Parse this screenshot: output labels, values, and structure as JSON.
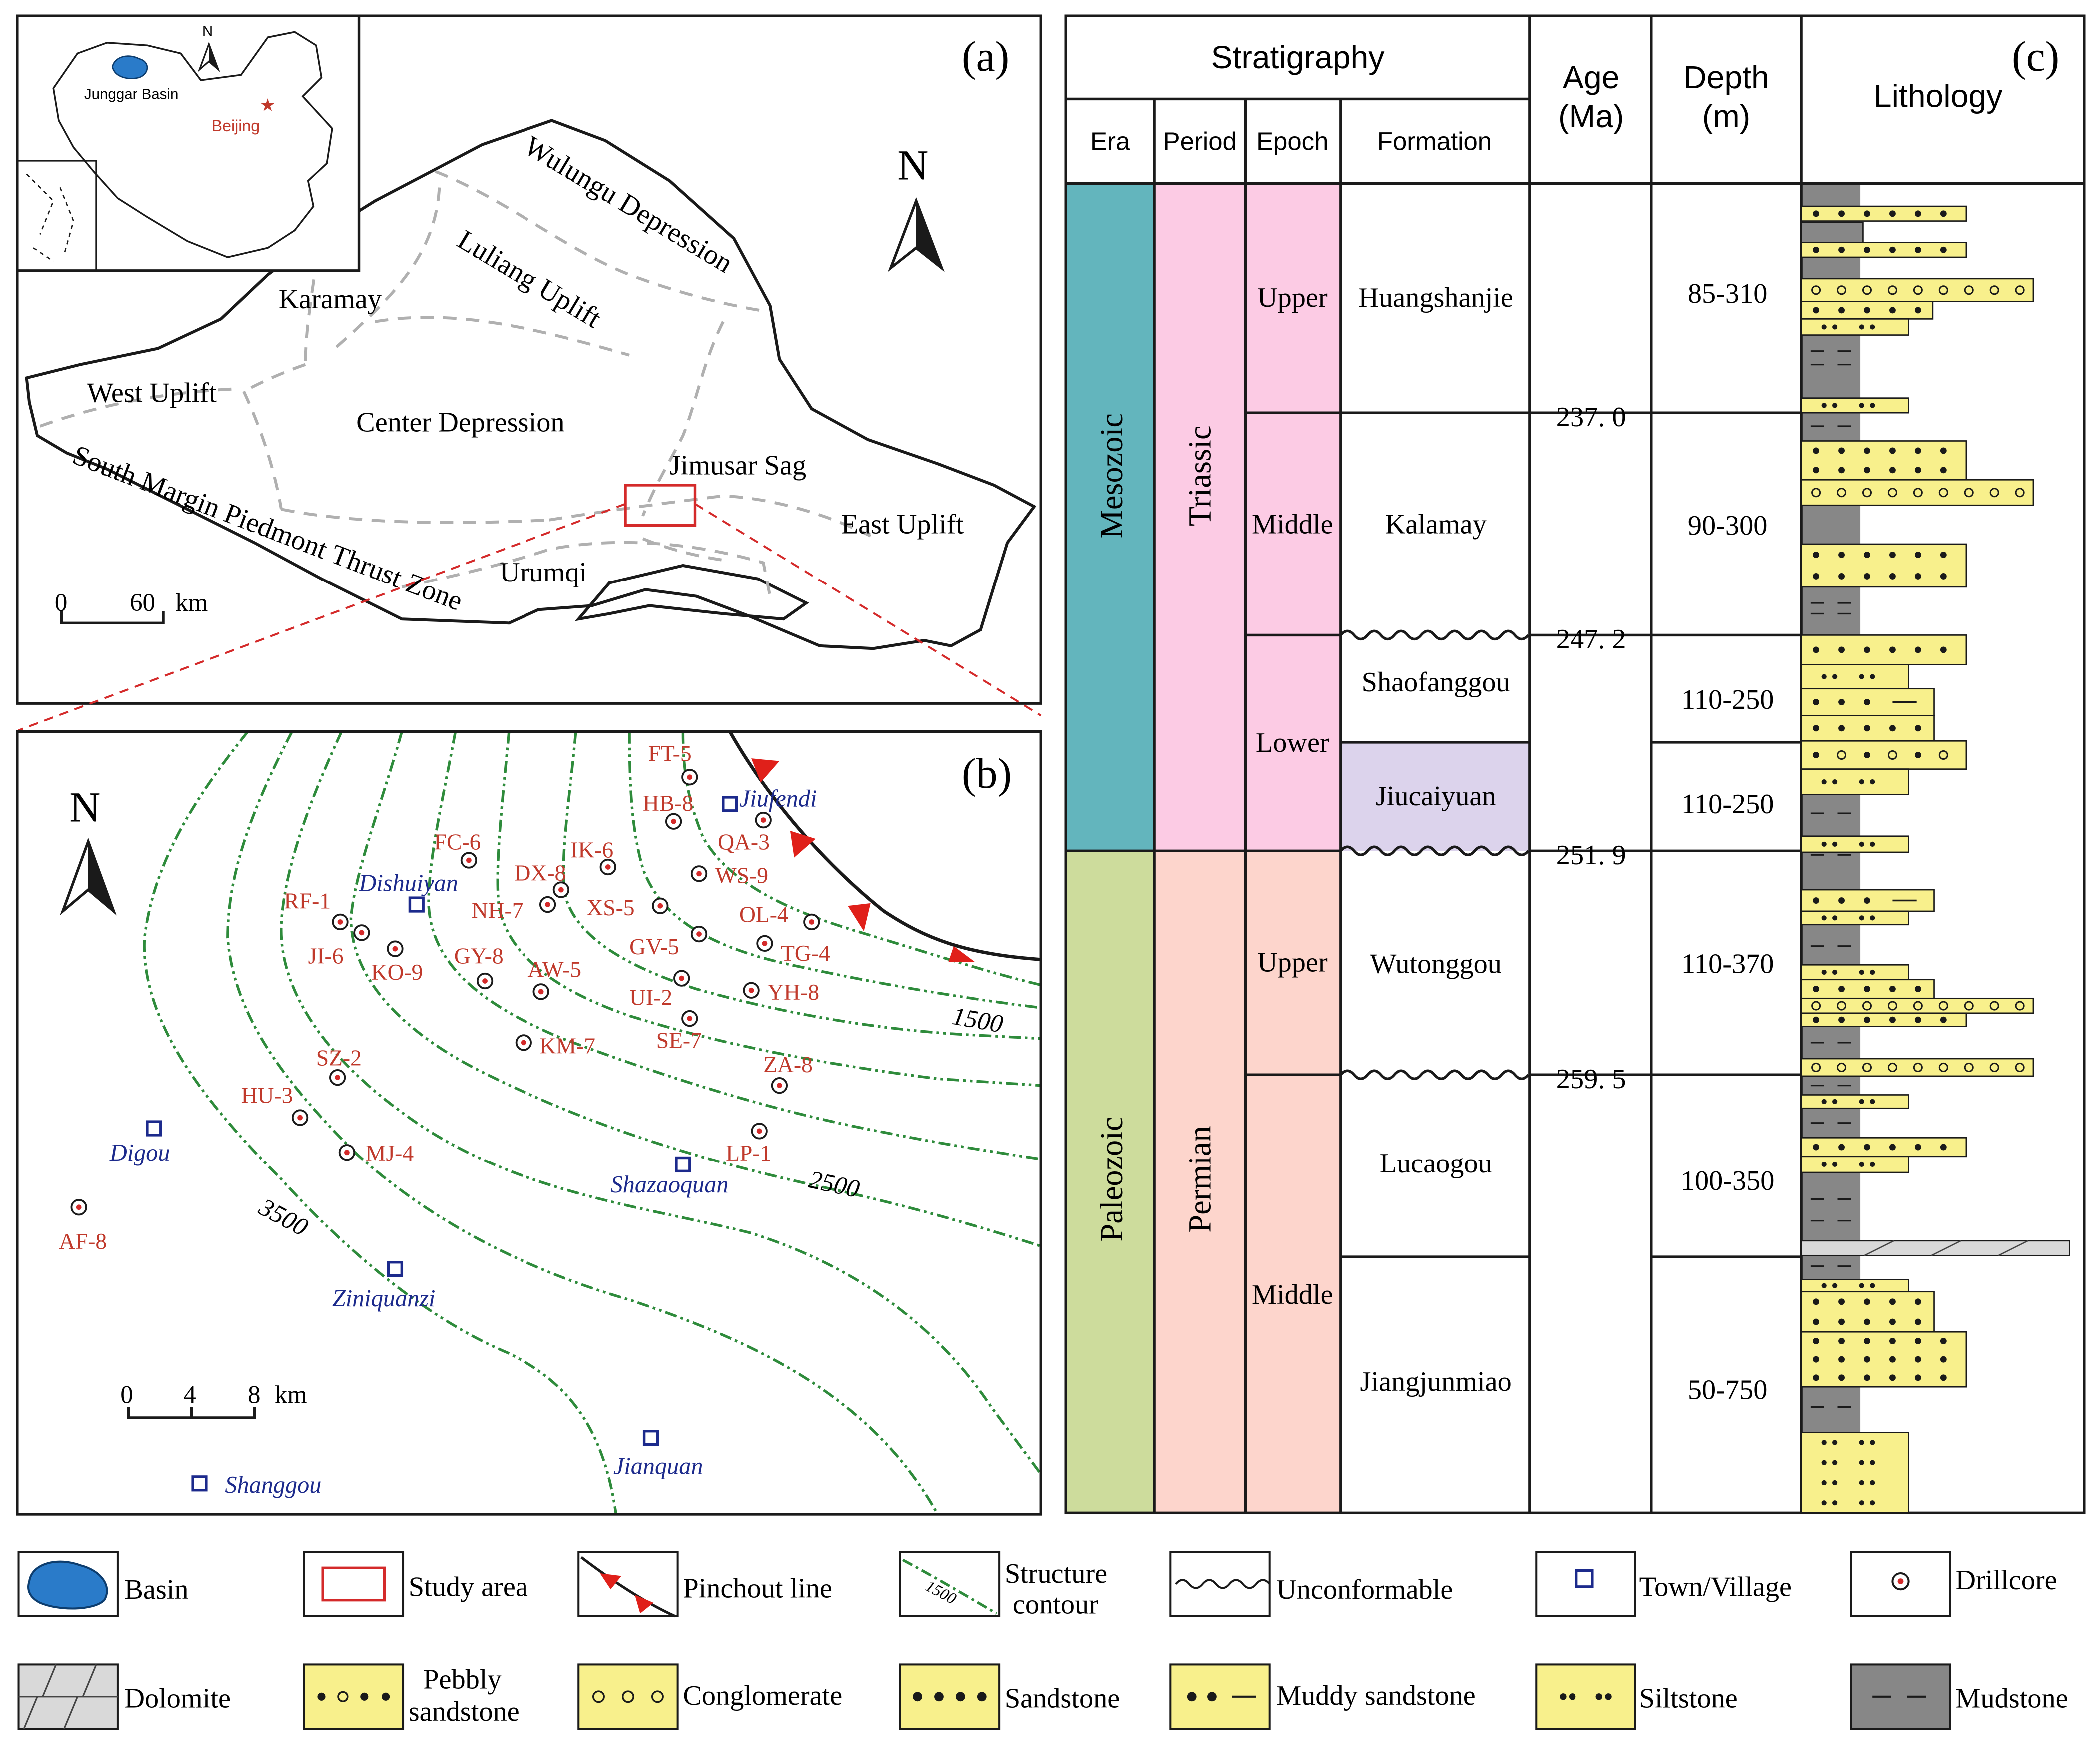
{
  "panel_a": {
    "label": "(a)",
    "inset": {
      "basin": "Junggar Basin",
      "capital": "Beijing",
      "north": "N"
    },
    "regions": {
      "wulungu": "Wulungu Depression",
      "luliang": "Luliang Uplift",
      "karamay": "Karamay",
      "west_uplift": "West Uplift",
      "center": "Center Depression",
      "jimusar": "Jimusar Sag",
      "south_margin": "South Margin Piedmont Thrust Zone",
      "east_uplift": "East Uplift",
      "urumqi": "Urumqi"
    },
    "north": "N",
    "scale": {
      "zero": "0",
      "value": "60",
      "unit": "km"
    }
  },
  "panel_b": {
    "label": "(b)",
    "north": "N",
    "contour_labels": {
      "c1500": "1500",
      "c2500": "2500",
      "c3500": "3500"
    },
    "towns": [
      {
        "name": "Jiufendi"
      },
      {
        "name": "Dishuiyan"
      },
      {
        "name": "Digou"
      },
      {
        "name": "Shazaoquan"
      },
      {
        "name": "Ziniquanzi"
      },
      {
        "name": "Jianquan"
      },
      {
        "name": "Shanggou"
      }
    ],
    "drillcores": [
      {
        "name": "FT-5"
      },
      {
        "name": "HB-8"
      },
      {
        "name": "QA-3"
      },
      {
        "name": "FC-6"
      },
      {
        "name": "IK-6"
      },
      {
        "name": "DX-8"
      },
      {
        "name": "WS-9"
      },
      {
        "name": "RF-1"
      },
      {
        "name": "NH-7"
      },
      {
        "name": "XS-5"
      },
      {
        "name": "OL-4"
      },
      {
        "name": "JI-6"
      },
      {
        "name": "KO-9"
      },
      {
        "name": "GY-8"
      },
      {
        "name": "AW-5"
      },
      {
        "name": "GV-5"
      },
      {
        "name": "TG-4"
      },
      {
        "name": "UI-2"
      },
      {
        "name": "YH-8"
      },
      {
        "name": "SE-7"
      },
      {
        "name": "KM-7"
      },
      {
        "name": "SZ-2"
      },
      {
        "name": "ZA-8"
      },
      {
        "name": "HU-3"
      },
      {
        "name": "MJ-4"
      },
      {
        "name": "LP-1"
      },
      {
        "name": "AF-8"
      }
    ],
    "scale": {
      "zero": "0",
      "mid": "4",
      "value": "8",
      "unit": "km"
    }
  },
  "panel_c": {
    "label": "(c)",
    "headers": {
      "stratigraphy": "Stratigraphy",
      "era": "Era",
      "period": "Period",
      "epoch": "Epoch",
      "formation": "Formation",
      "age_line1": "Age",
      "age_line2": "(Ma)",
      "depth_line1": "Depth",
      "depth_line2": "(m)",
      "lithology": "Lithology"
    },
    "eras": [
      "Mesozoic",
      "Paleozoic"
    ],
    "periods": [
      "Triassic",
      "Permian"
    ],
    "epochs": [
      "Upper",
      "Middle",
      "Lower",
      "Upper",
      "Middle"
    ],
    "formations": [
      "Huangshanjie",
      "Kalamay",
      "Shaofanggou",
      "Jiucaiyuan",
      "Wutonggou",
      "Lucaogou",
      "Jiangjunmiao"
    ],
    "ages": [
      "237. 0",
      "247. 2",
      "251. 9",
      "259. 5"
    ],
    "depths": [
      "85-310",
      "90-300",
      "110-250",
      "110-250",
      "110-370",
      "100-350",
      "50-750"
    ],
    "colors": {
      "mesozoic": "#63b5bd",
      "paleozoic": "#cddc9c",
      "triassic": "#fccbe4",
      "permian": "#fdd5cc",
      "jiucaiyuan": "#dcd3ec",
      "yellow": "#f8f08c",
      "mudstone": "#878787"
    }
  },
  "legend": {
    "basin": "Basin",
    "study_area": "Study area",
    "pinchout": "Pinchout line",
    "contour_line1": "Structure",
    "contour_line2": "contour",
    "contour_sample": "1500",
    "unconformable": "Unconformable",
    "town": "Town/Village",
    "drillcore": "Drillcore",
    "dolomite": "Dolomite",
    "pebbly_line1": "Pebbly",
    "pebbly_line2": "sandstone",
    "conglomerate": "Conglomerate",
    "sandstone": "Sandstone",
    "muddy_sandstone": "Muddy sandstone",
    "siltstone": "Siltstone",
    "mudstone": "Mudstone"
  }
}
